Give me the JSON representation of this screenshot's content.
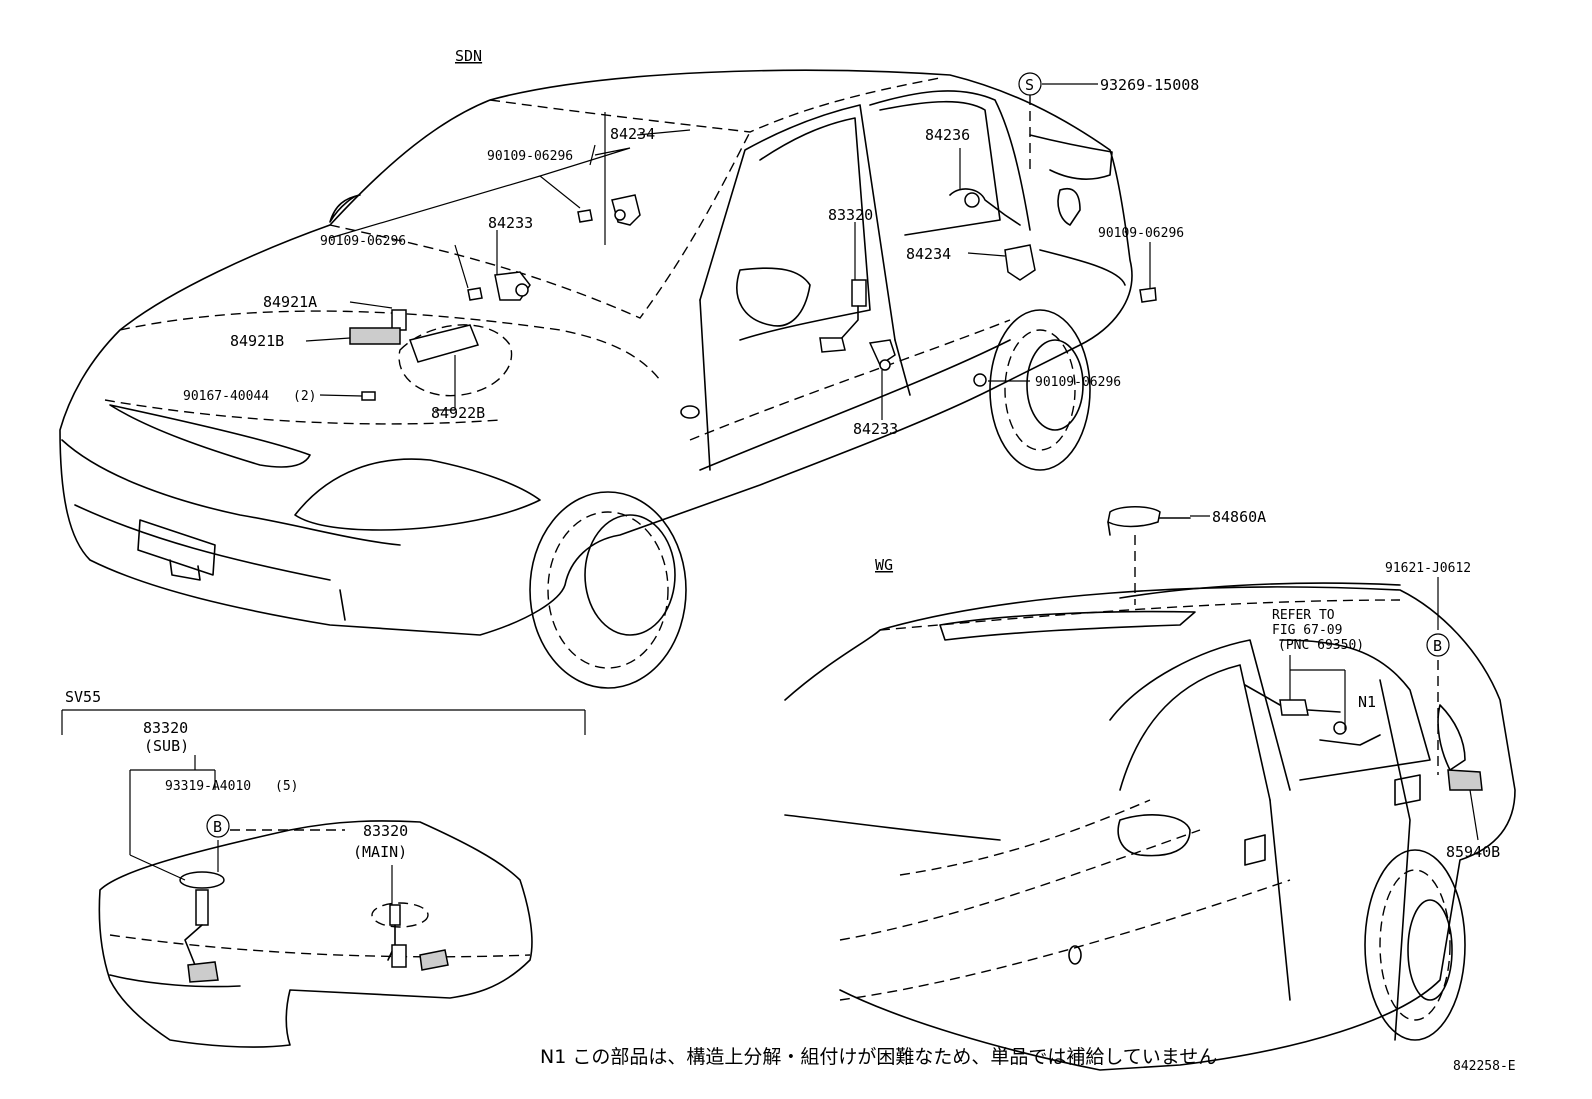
{
  "sections": {
    "sdn": "SDN",
    "wg": "WG",
    "sv55": "SV55"
  },
  "labels": {
    "p93269_15008": "93269-15008",
    "p84234_top": "84234",
    "p90109_a": "90109-06296",
    "p84236": "84236",
    "p84233_top": "84233",
    "p90109_b": "90109-06296",
    "p83320_door": "83320",
    "p84234_rear": "84234",
    "p90109_c": "90109-06296",
    "p84921A": "84921A",
    "p84921B": "84921B",
    "p90167": "90167-40044",
    "p90167_qty": "(2)",
    "p84922B": "84922B",
    "p90109_d": "90109-06296",
    "p84233_bottom": "84233",
    "p84860A": "84860A",
    "p91621": "91621-J0612",
    "refer_line1": "REFER TO",
    "refer_line2": "FIG 67-09",
    "refer_line3": "(PNC 69350)",
    "n1": "N1",
    "p85940B": "85940B",
    "p83320_sub": "83320",
    "sub": "(SUB)",
    "p93319": "93319-A4010",
    "p93319_qty": "(5)",
    "p83320_main": "83320",
    "main": "(MAIN)"
  },
  "markers": {
    "s": "S",
    "b1": "B",
    "b2": "B"
  },
  "footnote": "N1 この部品は、構造上分解・組付けが困難なため、単品では補給していません",
  "figure_id": "842258-E"
}
